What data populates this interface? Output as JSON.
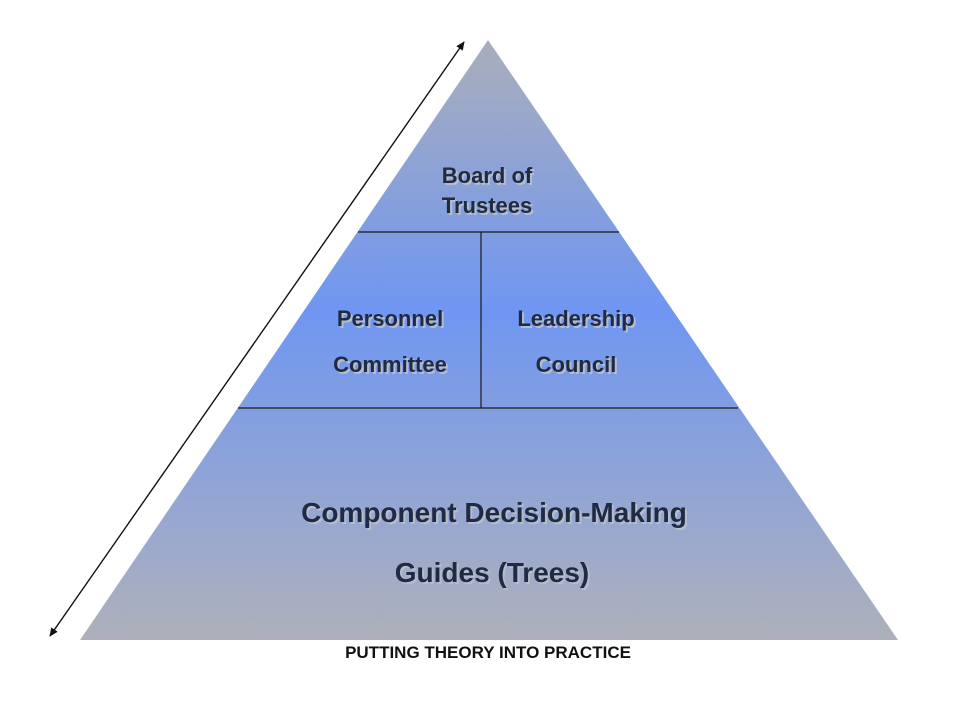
{
  "pyramid": {
    "top": {
      "lines": [
        "Board of",
        "Trustees"
      ]
    },
    "middle_left": {
      "lines": [
        "Personnel",
        "Committee"
      ]
    },
    "middle_right": {
      "lines": [
        "Leadership",
        "Council"
      ]
    },
    "bottom": {
      "lines": [
        "Component Decision-Making",
        "Guides (Trees)"
      ]
    }
  },
  "caption": "PUTTING THEORY INTO PRACTICE",
  "colors": {
    "gradient_top": "#a9aebb",
    "gradient_mid": "#6f96f2",
    "gradient_bottom": "#aeb1bb",
    "divider": "#1a1a1a",
    "text": "#1f2a44"
  }
}
